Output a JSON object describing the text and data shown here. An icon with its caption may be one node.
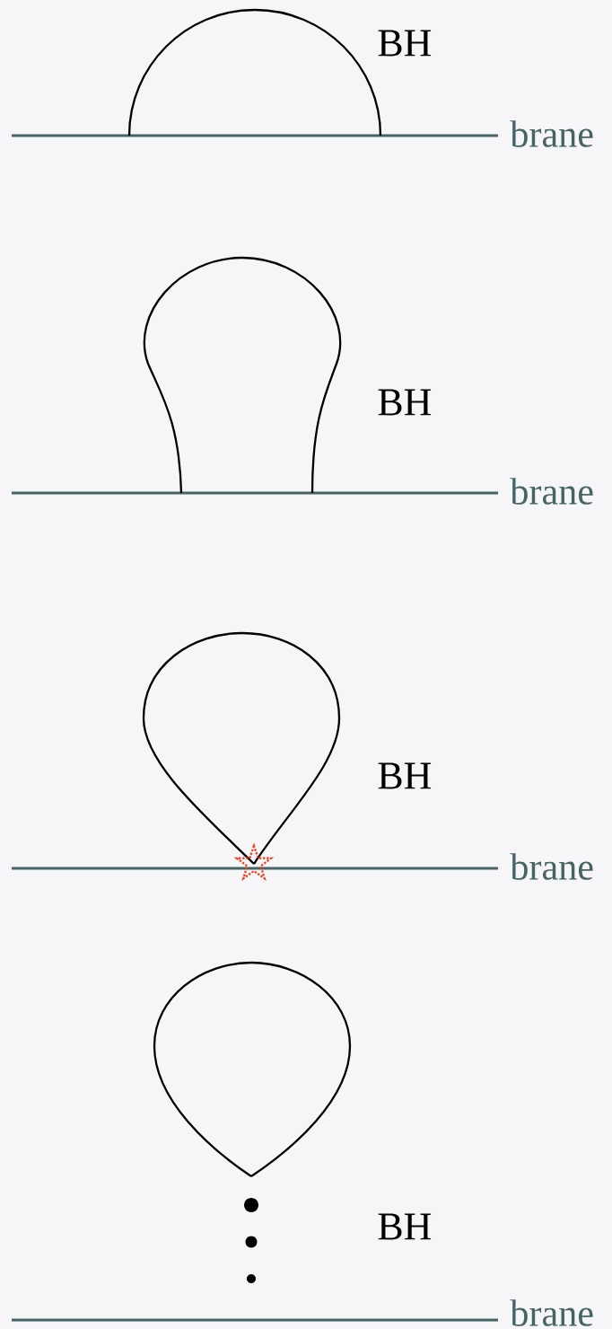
{
  "diagram": {
    "labels": [
      "BH",
      "brane",
      "BH",
      "brane",
      "BH",
      "brane",
      "BH",
      "brane"
    ]
  }
}
